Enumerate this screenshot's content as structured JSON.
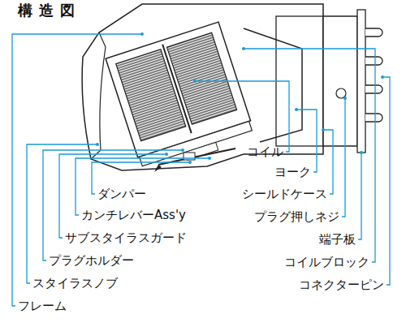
{
  "diagram": {
    "title": "構造図",
    "labels": [
      "コイル",
      "ヨーク",
      "シールドケース",
      "プラグ押しネジ",
      "端子板",
      "コイルブロック",
      "コネクターピン",
      "ダンパー",
      "カンチレバーAss'y",
      "サブスタイラスガード",
      "プラグホルダー",
      "スタイラスノブ",
      "フレーム"
    ]
  }
}
